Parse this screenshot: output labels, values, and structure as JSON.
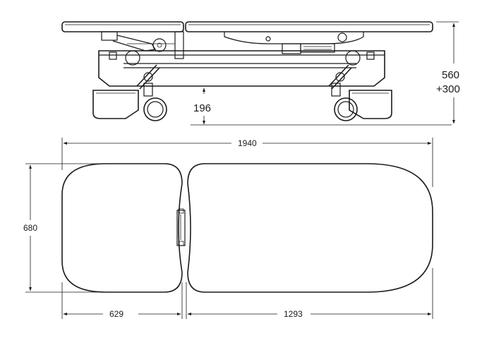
{
  "side_view": {
    "height_dim_top": "560",
    "height_dim_bottom": "+300",
    "clearance_dim": "196"
  },
  "top_view": {
    "total_length_dim": "1940",
    "width_dim": "680",
    "head_section_dim": "629",
    "body_section_dim": "1293"
  },
  "colors": {
    "line": "#1a1a1a",
    "background": "#ffffff"
  }
}
